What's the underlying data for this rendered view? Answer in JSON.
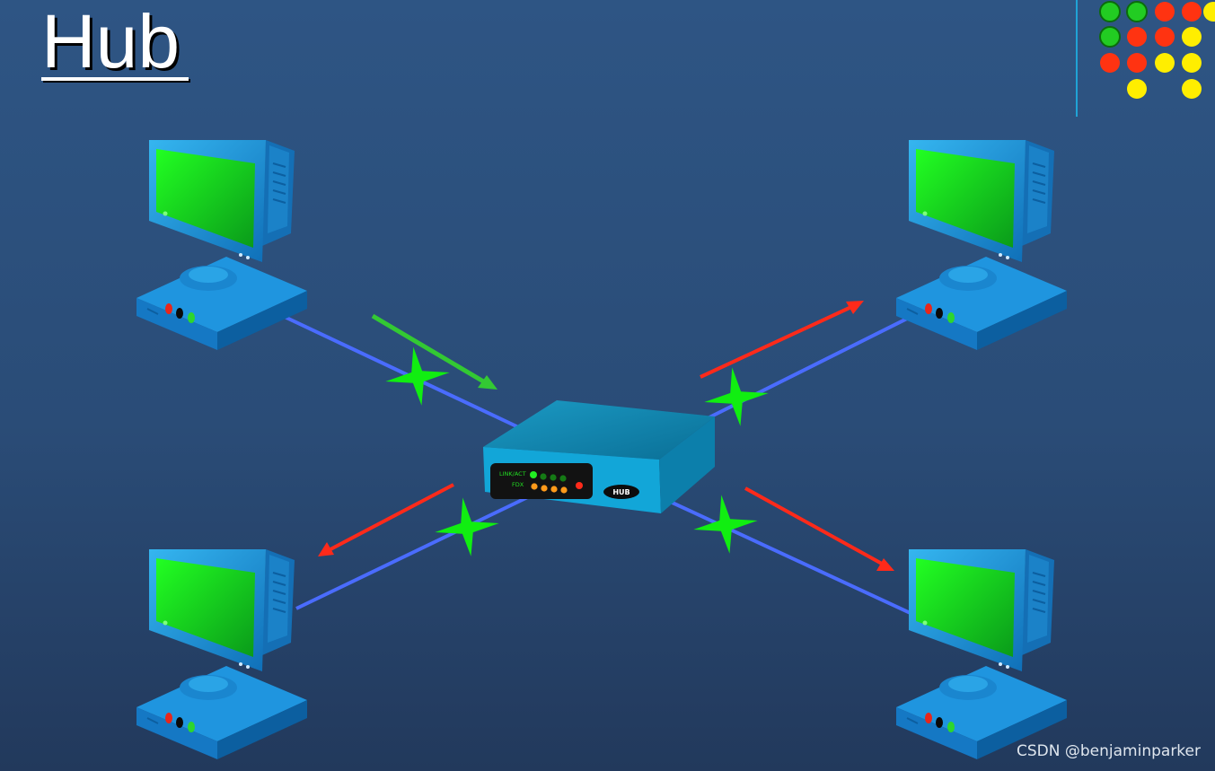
{
  "slide": {
    "title": "Hub",
    "watermark": "CSDN @benjaminparker"
  },
  "hub": {
    "label": "HUB",
    "indicator_row1": "LINK/ACT",
    "indicator_row2": "FDX"
  },
  "colors": {
    "background": "#2b4f7c",
    "cable": "#4a6cff",
    "incoming_arrow": "#33c933",
    "outgoing_arrow": "#ff2a1a",
    "collision_star": "#11ee11",
    "dot_green": "#22cc22",
    "dot_red": "#ff3311",
    "dot_yellow": "#ffee00"
  },
  "decor_dots": [
    [
      "green",
      "green",
      "red",
      "red",
      "yellow"
    ],
    [
      "green",
      "red",
      "red",
      "yellow"
    ],
    [
      "red",
      "red",
      "yellow",
      "yellow"
    ],
    [
      "yellow",
      "yellow"
    ]
  ],
  "icons": [
    "computer-icon",
    "hub-icon",
    "arrow-icon",
    "star-icon"
  ]
}
